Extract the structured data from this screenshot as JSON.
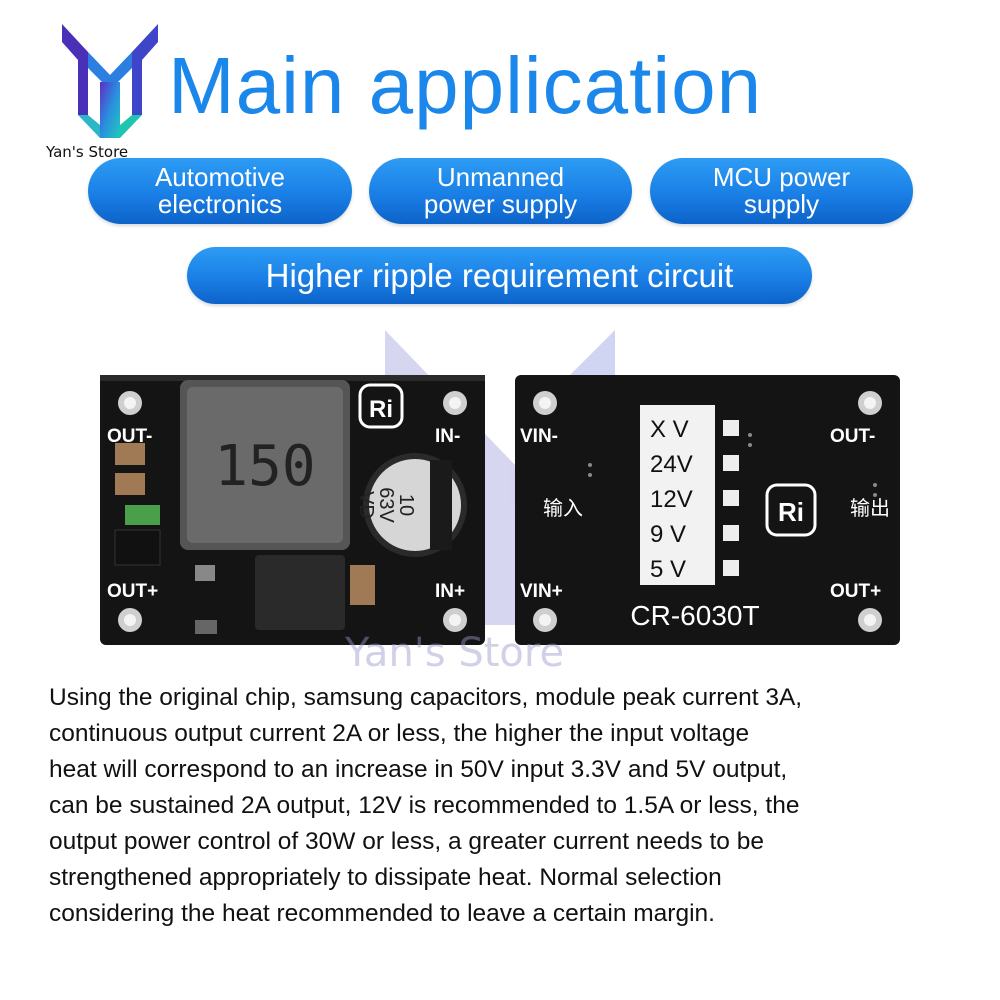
{
  "brand": {
    "store_name": "Yan's Store"
  },
  "header": {
    "title": "Main application"
  },
  "applications": [
    {
      "lines": [
        "Automotive",
        "electronics"
      ]
    },
    {
      "lines": [
        "Unmanned",
        "power supply"
      ]
    },
    {
      "lines": [
        "MCU power",
        "supply"
      ]
    }
  ],
  "highlight": {
    "label": "Higher ripple requirement circuit"
  },
  "product": {
    "front": {
      "inductor_marking": "150",
      "capacitor_marking": [
        "10",
        "63V",
        "VD"
      ],
      "logo": "Ri",
      "labels": {
        "out_minus": "OUT-",
        "out_plus": "OUT+",
        "in_minus": "IN-",
        "in_plus": "IN+"
      }
    },
    "back": {
      "voltage_options": [
        "X V",
        "24V",
        "12V",
        "9 V",
        "5 V"
      ],
      "model": "CR-6030T",
      "logo": "Ri",
      "labels": {
        "vin_minus": "VIN-",
        "vin_plus": "VIN+",
        "out_minus": "OUT-",
        "out_plus": "OUT+"
      },
      "cn_input": "输入",
      "cn_output": "输出"
    },
    "watermark": "Yan's Store"
  },
  "description": {
    "lines": [
      "Using the original chip, samsung capacitors, module peak current 3A,",
      "continuous output current 2A or less, the higher the input voltage",
      "heat will correspond to an increase in 50V input 3.3V and 5V output,",
      "can be sustained 2A output, 12V is recommended to 1.5A or less, the",
      "output power control of 30W or less, a greater current needs to be",
      "strengthened appropriately to dissipate heat. Normal selection",
      "considering the heat recommended to leave a certain margin."
    ]
  }
}
